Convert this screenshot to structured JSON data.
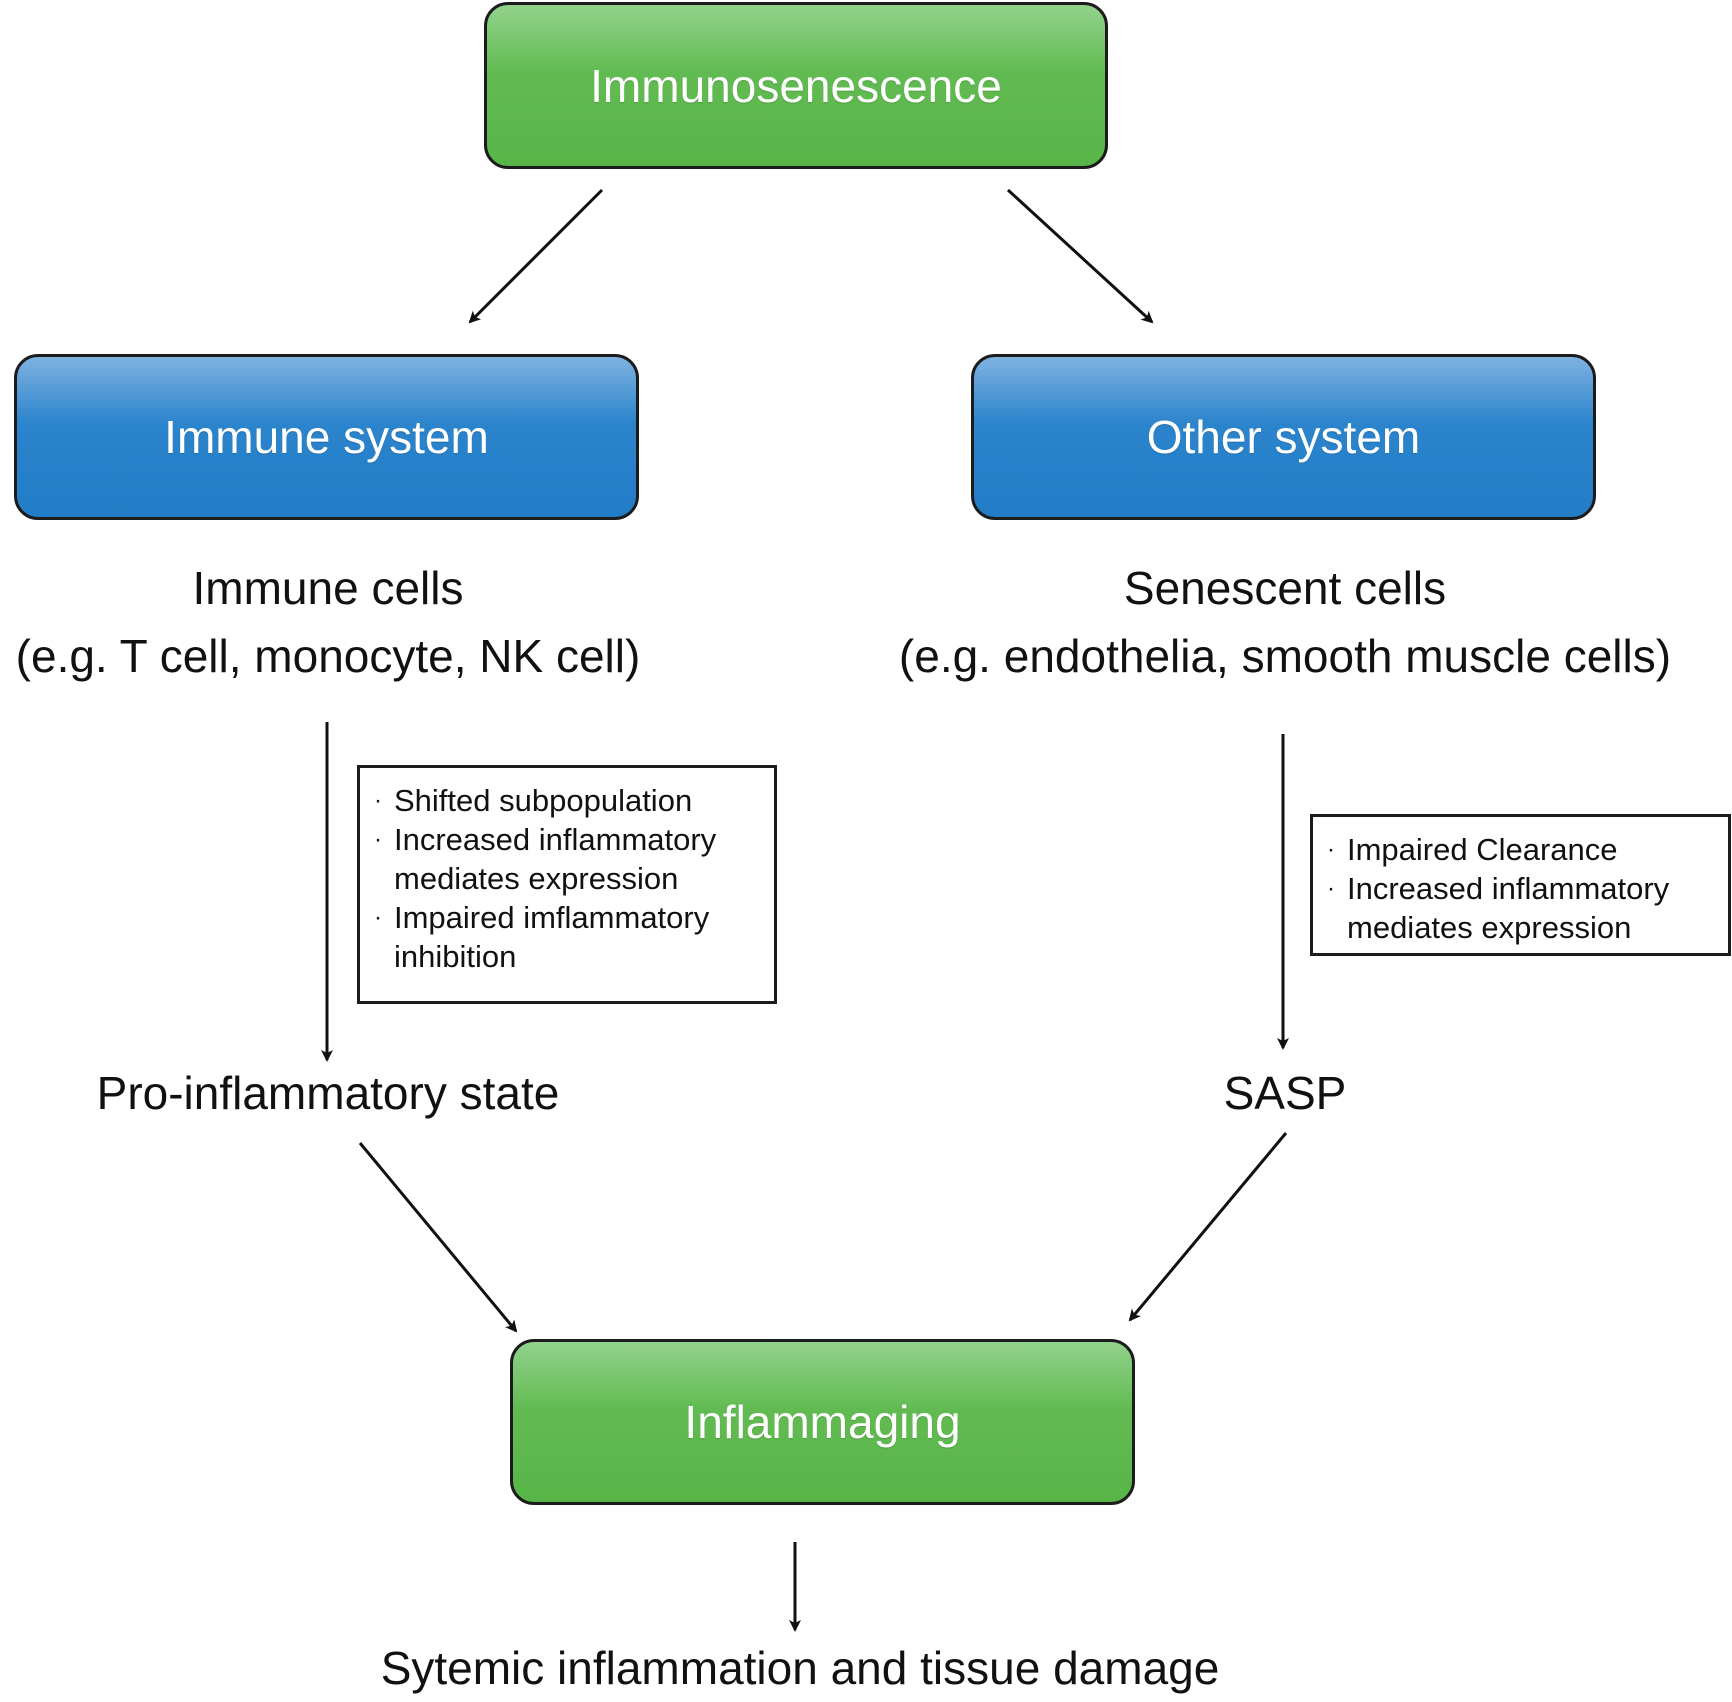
{
  "nodes": {
    "immunosenescence": "Immunosenescence",
    "immune_system": "Immune system",
    "other_system": "Other system",
    "inflammaging": "Inflammaging"
  },
  "labels": {
    "immune_cells_line1": "Immune cells",
    "immune_cells_line2": "(e.g. T cell, monocyte, NK cell)",
    "senescent_line1": "Senescent cells",
    "senescent_line2": "(e.g. endothelia, smooth muscle cells)",
    "pro_inflammatory": "Pro-inflammatory state",
    "sasp": "SASP",
    "systemic": "Sytemic inflammation and tissue damage"
  },
  "notes_left": {
    "bullet": "·",
    "items": [
      "Shifted subpopulation",
      "Increased inflammatory mediates expression",
      "Impaired  imflammatory inhibition"
    ]
  },
  "notes_right": {
    "bullet": "·",
    "items": [
      "Impaired Clearance",
      "Increased inflammatory mediates expression"
    ]
  },
  "colors": {
    "green_node": "#5ab84a",
    "blue_node": "#237ec7",
    "arrow": "#111111"
  }
}
